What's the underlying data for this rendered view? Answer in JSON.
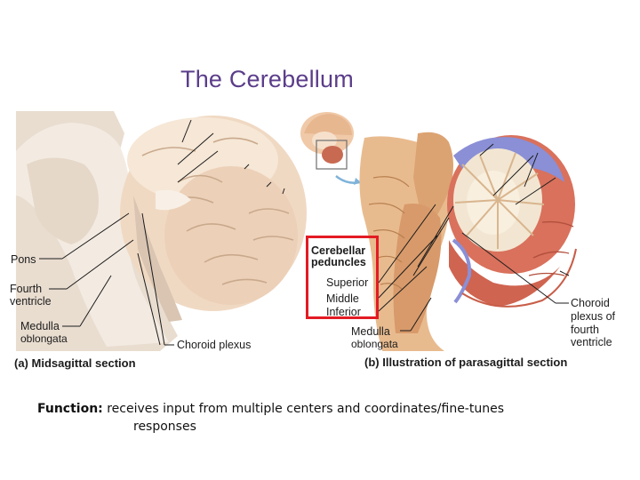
{
  "title": "The Cerebellum",
  "left_labels": {
    "pons": "Pons",
    "fourth_ventricle_1": "Fourth",
    "fourth_ventricle_2": "ventricle",
    "medulla_1": "Medulla",
    "medulla_2": "oblongata",
    "choroid_plexus": "Choroid plexus"
  },
  "peduncles": {
    "title_1": "Cerebellar",
    "title_2": "peduncles",
    "superior": "Superior",
    "middle": "Middle",
    "inferior": "Inferior"
  },
  "right_labels": {
    "medulla_1": "Medulla",
    "medulla_2": "oblongata",
    "choroid_1": "Choroid",
    "choroid_2": "plexus of",
    "choroid_3": "fourth",
    "choroid_4": "ventricle"
  },
  "captions": {
    "a_prefix": "(a)",
    "a_text": "Midsagittal section",
    "b_prefix": "(b)",
    "b_text": "Illustration of parasagittal section"
  },
  "function": {
    "label": "Function:",
    "text_1": "receives input from multiple centers and coordinates/fine-tunes",
    "text_2": "responses"
  },
  "colors": {
    "title": "#5b3d8a",
    "highlight_box": "#e31b23",
    "white_matter": "#f2e6d2",
    "gray_matter": "#e9cdb0",
    "cerebellum_red": "#d9715c",
    "cerebellum_blue": "#8a8fd6"
  }
}
